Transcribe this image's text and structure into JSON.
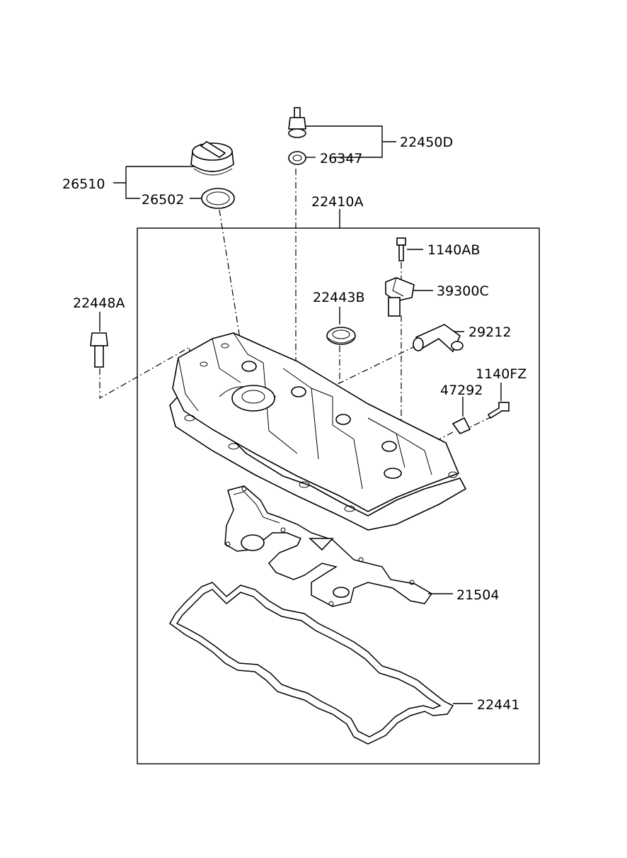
{
  "diagram": {
    "parts": [
      {
        "id": "p22450D",
        "number": "22450D"
      },
      {
        "id": "p26347",
        "number": "26347"
      },
      {
        "id": "p26510",
        "number": "26510"
      },
      {
        "id": "p26502",
        "number": "26502"
      },
      {
        "id": "p22410A",
        "number": "22410A"
      },
      {
        "id": "p1140AB",
        "number": "1140AB"
      },
      {
        "id": "p39300C",
        "number": "39300C"
      },
      {
        "id": "p22443B",
        "number": "22443B"
      },
      {
        "id": "p22448A",
        "number": "22448A"
      },
      {
        "id": "p29212",
        "number": "29212"
      },
      {
        "id": "p1140FZ",
        "number": "1140FZ"
      },
      {
        "id": "p47292",
        "number": "47292"
      },
      {
        "id": "p21504",
        "number": "21504"
      },
      {
        "id": "p22441",
        "number": "22441"
      }
    ]
  }
}
